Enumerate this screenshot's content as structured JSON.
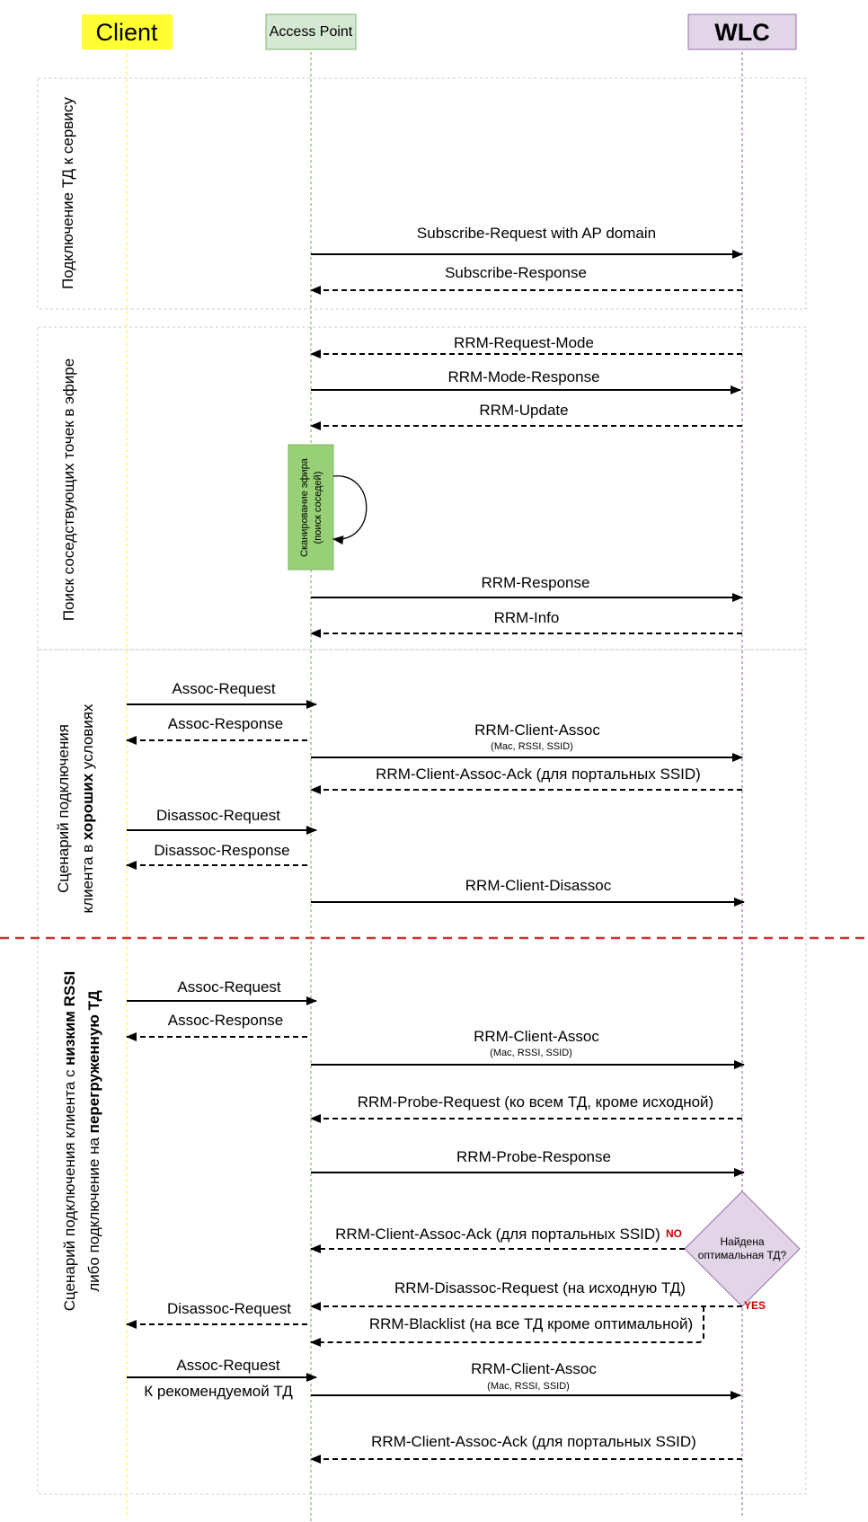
{
  "participants": {
    "client": "Client",
    "ap": "Access Point",
    "wlc": "WLC"
  },
  "sections": {
    "s1": "Подключение ТД к сервису",
    "s2": "Поиск соседствующих точек в эфире",
    "s3_line1": "Сценарий подключения",
    "s3_line2_pre": "клиента в ",
    "s3_line2_bold": "хороших",
    "s3_line2_post": " условиях",
    "s4_line1_pre": "Сценарий подключения клиента с ",
    "s4_line1_bold": "низким RSSI",
    "s4_line2_pre": "либо подключение на ",
    "s4_line2_bold": "перегруженную ТД"
  },
  "messages": {
    "subscribe_request": "Subscribe-Request with AP domain",
    "subscribe_response": "Subscribe-Response",
    "rrm_request_mode": "RRM-Request-Mode",
    "rrm_mode_response": "RRM-Mode-Response",
    "rrm_update": "RRM-Update",
    "rrm_response": "RRM-Response",
    "rrm_info": "RRM-Info",
    "assoc_request_1": "Assoc-Request",
    "assoc_response_1": "Assoc-Response",
    "rrm_client_assoc_1": "RRM-Client-Assoc",
    "rrm_client_assoc_1_sub": "(Mac, RSSI, SSID)",
    "rrm_client_assoc_ack_1": "RRM-Client-Assoc-Ack (для портальных SSID)",
    "disassoc_request_1": "Disassoc-Request",
    "disassoc_response_1": "Disassoc-Response",
    "rrm_client_disassoc": "RRM-Client-Disassoc",
    "assoc_request_2": "Assoc-Request",
    "assoc_response_2": "Assoc-Response",
    "rrm_client_assoc_2": "RRM-Client-Assoc",
    "rrm_client_assoc_2_sub": "(Mac, RSSI, SSID)",
    "rrm_probe_request": "RRM-Probe-Request (ко всем ТД, кроме исходной)",
    "rrm_probe_response": "RRM-Probe-Response",
    "rrm_client_assoc_ack_2": "RRM-Client-Assoc-Ack (для портальных SSID)",
    "rrm_disassoc_request": "RRM-Disassoc-Request (на исходную ТД)",
    "disassoc_request_2": "Disassoc-Request",
    "rrm_blacklist": "RRM-Blacklist (на все ТД кроме оптимальной)",
    "assoc_request_3": "Assoc-Request",
    "assoc_request_3_sub": "К рекомендуемой ТД",
    "rrm_client_assoc_3": "RRM-Client-Assoc",
    "rrm_client_assoc_3_sub": "(Mac, RSSI, SSID)",
    "rrm_client_assoc_ack_3": "RRM-Client-Assoc-Ack (для портальных SSID)"
  },
  "scan_box": {
    "line1": "Сканирование эфира",
    "line2": "(поиск соседей)"
  },
  "decision": {
    "line1": "Найдена",
    "line2": "оптимальная ТД?",
    "no": "NO",
    "yes": "YES"
  },
  "colors": {
    "client_header": "#ffff33",
    "client_lifeline": "#ffff66",
    "ap_header": "#d5e8d4",
    "ap_lifeline": "#82b366",
    "wlc_header": "#e1d5e7",
    "wlc_lifeline": "#9673a6",
    "scan_box": "#97d077",
    "decision": "#e1d5e7",
    "separator": "#cc3333",
    "yes_no": "#cc0000"
  }
}
